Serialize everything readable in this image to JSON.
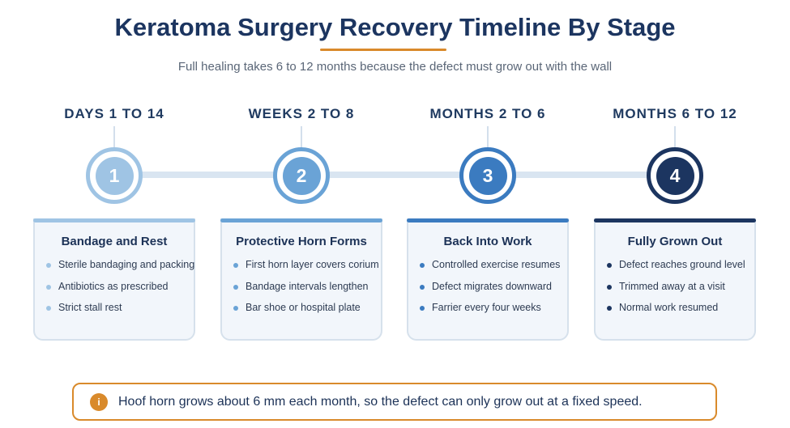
{
  "title": "Keratoma Surgery Recovery Timeline By Stage",
  "subtitle": "Full healing takes 6 to 12 months because the defect must grow out with the wall",
  "colors": {
    "accent": "#d98a2b",
    "stage1": "#9fc4e4",
    "stage2": "#6aa3d6",
    "stage3": "#3b7bc0",
    "stage4": "#1c3560"
  },
  "stages": [
    {
      "period": "DAYS 1 TO 14",
      "number": "1",
      "title": "Bandage and Rest",
      "items": [
        "Sterile bandaging and packing",
        "Antibiotics as prescribed",
        "Strict stall rest"
      ]
    },
    {
      "period": "WEEKS 2 TO 8",
      "number": "2",
      "title": "Protective Horn Forms",
      "items": [
        "First horn layer covers corium",
        "Bandage intervals lengthen",
        "Bar shoe or hospital plate"
      ]
    },
    {
      "period": "MONTHS 2 TO 6",
      "number": "3",
      "title": "Back Into Work",
      "items": [
        "Controlled exercise resumes",
        "Defect migrates downward",
        "Farrier every four weeks"
      ]
    },
    {
      "period": "MONTHS 6 TO 12",
      "number": "4",
      "title": "Fully Grown Out",
      "items": [
        "Defect reaches ground level",
        "Trimmed away at a visit",
        "Normal work resumed"
      ]
    }
  ],
  "note": {
    "icon": "info-icon",
    "icon_glyph": "i",
    "text": "Hoof horn grows about 6 mm each month, so the defect can only grow out at a fixed speed."
  }
}
